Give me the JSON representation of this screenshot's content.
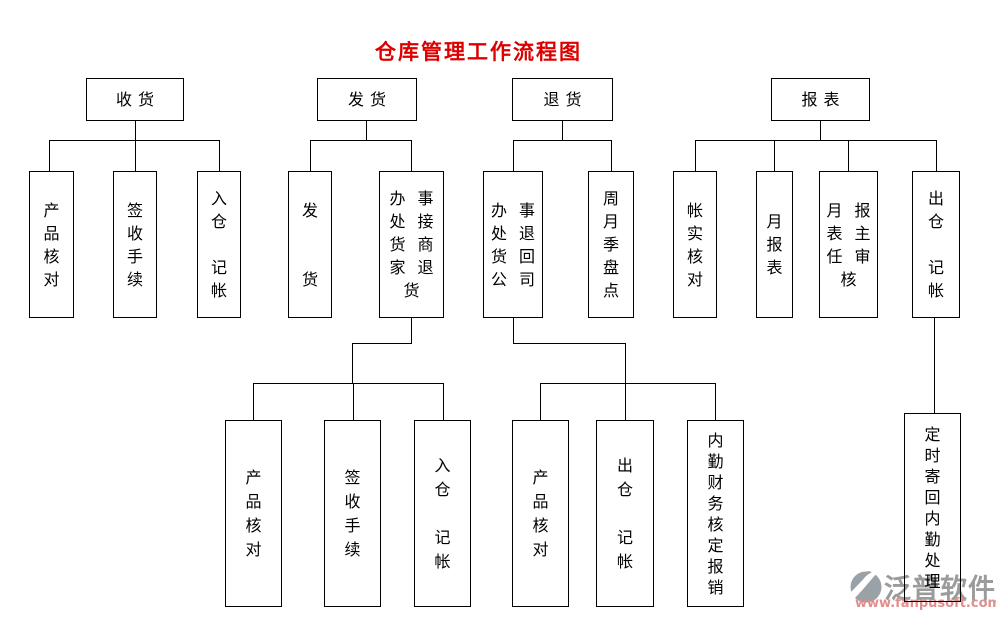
{
  "title": "仓库管理工作流程图",
  "colors": {
    "title": "#dd0000",
    "line": "#000000",
    "watermark_text": "#9b9b9b",
    "watermark_url": "#e08f8f"
  },
  "flow": {
    "headers": {
      "receive": "收货",
      "dispatch": "发货",
      "returns": "退货",
      "reports": "报表"
    },
    "receive": {
      "product_check": [
        "产",
        "品",
        "核",
        "对"
      ],
      "sign_procedure": [
        "签",
        "收",
        "手",
        "续"
      ],
      "inbound_bookkeeping": [
        "入",
        "仓",
        "",
        "记",
        "帐"
      ]
    },
    "dispatch": {
      "dispatch_goods": [
        "发",
        "",
        "",
        "货"
      ],
      "office_receive_merchant_return": [
        "办事",
        "处接",
        "货商",
        "家退",
        "货"
      ]
    },
    "returns": {
      "office_return_to_company": [
        "办事",
        "处退",
        "货回",
        "公司"
      ],
      "periodic_stocktake": [
        "周",
        "月",
        "季",
        "盘",
        "点"
      ]
    },
    "reports": {
      "account_reality_check": [
        "帐",
        "实",
        "核",
        "对"
      ],
      "monthly_report": [
        "月",
        "报",
        "表"
      ],
      "monthly_report_director_review": [
        "月报",
        "表主",
        "任审",
        "核"
      ],
      "outbound_bookkeeping": [
        "出",
        "仓",
        "",
        "记",
        "帐"
      ]
    },
    "dispatch_sub": {
      "product_check": [
        "产",
        "品",
        "核",
        "对"
      ],
      "sign_procedure": [
        "签",
        "收",
        "手",
        "续"
      ],
      "inbound_bookkeeping": [
        "入",
        "仓",
        "",
        "记",
        "帐"
      ]
    },
    "returns_sub": {
      "product_check": [
        "产",
        "品",
        "核",
        "对"
      ],
      "outbound_bookkeeping": [
        "出",
        "仓",
        "",
        "记",
        "帐"
      ],
      "back_office_finance_reimburse": [
        "内",
        "勤",
        "财",
        "务",
        "核",
        "定",
        "报",
        "销"
      ]
    },
    "reports_sub": {
      "scheduled_send_back": [
        "定",
        "时",
        "寄",
        "回",
        "内",
        "勤",
        "处",
        "理"
      ]
    }
  },
  "watermark": {
    "brand": "泛普软件",
    "url": "www.fanpusoft.com"
  }
}
